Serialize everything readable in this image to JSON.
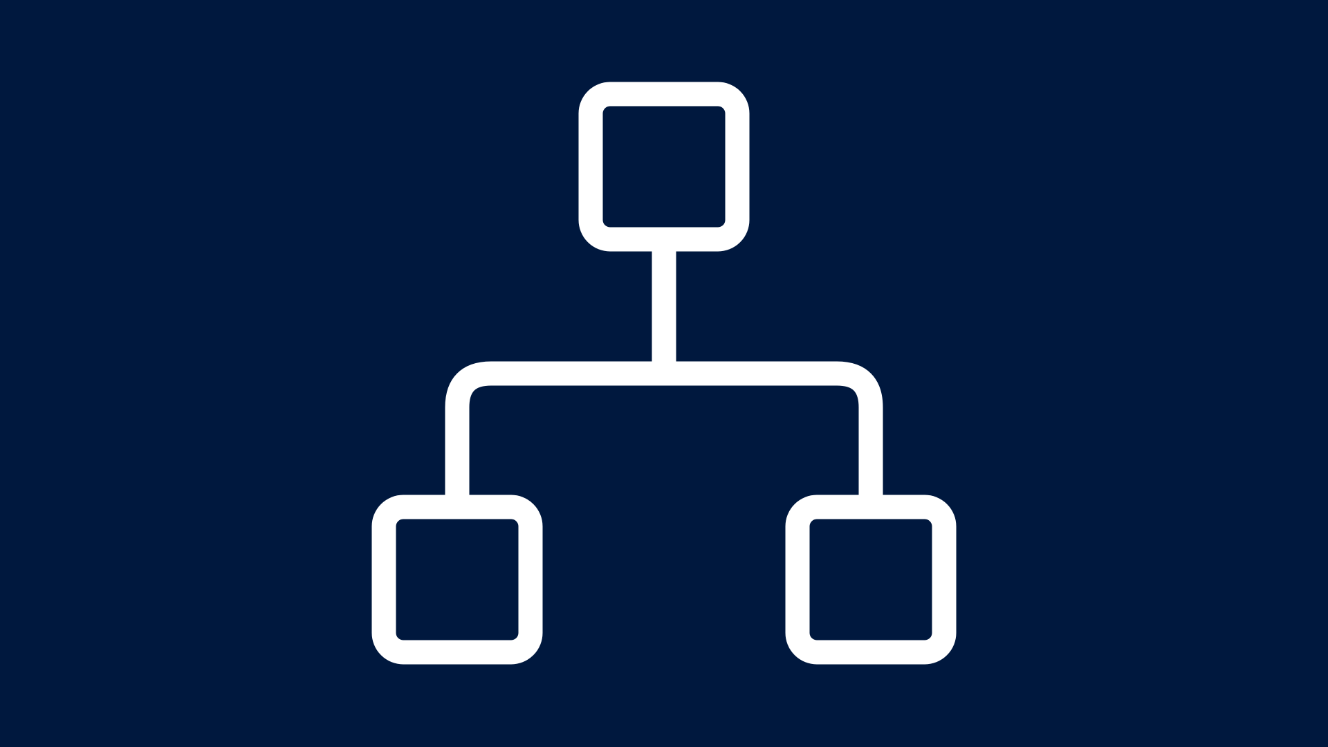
{
  "diagram": {
    "icon": "hierarchy-icon",
    "colors": {
      "background": "#00183e",
      "stroke": "#ffffff"
    },
    "nodes": [
      {
        "id": "root",
        "level": 0
      },
      {
        "id": "child-left",
        "level": 1
      },
      {
        "id": "child-right",
        "level": 1
      }
    ],
    "edges": [
      {
        "from": "root",
        "to": "child-left"
      },
      {
        "from": "root",
        "to": "child-right"
      }
    ]
  }
}
